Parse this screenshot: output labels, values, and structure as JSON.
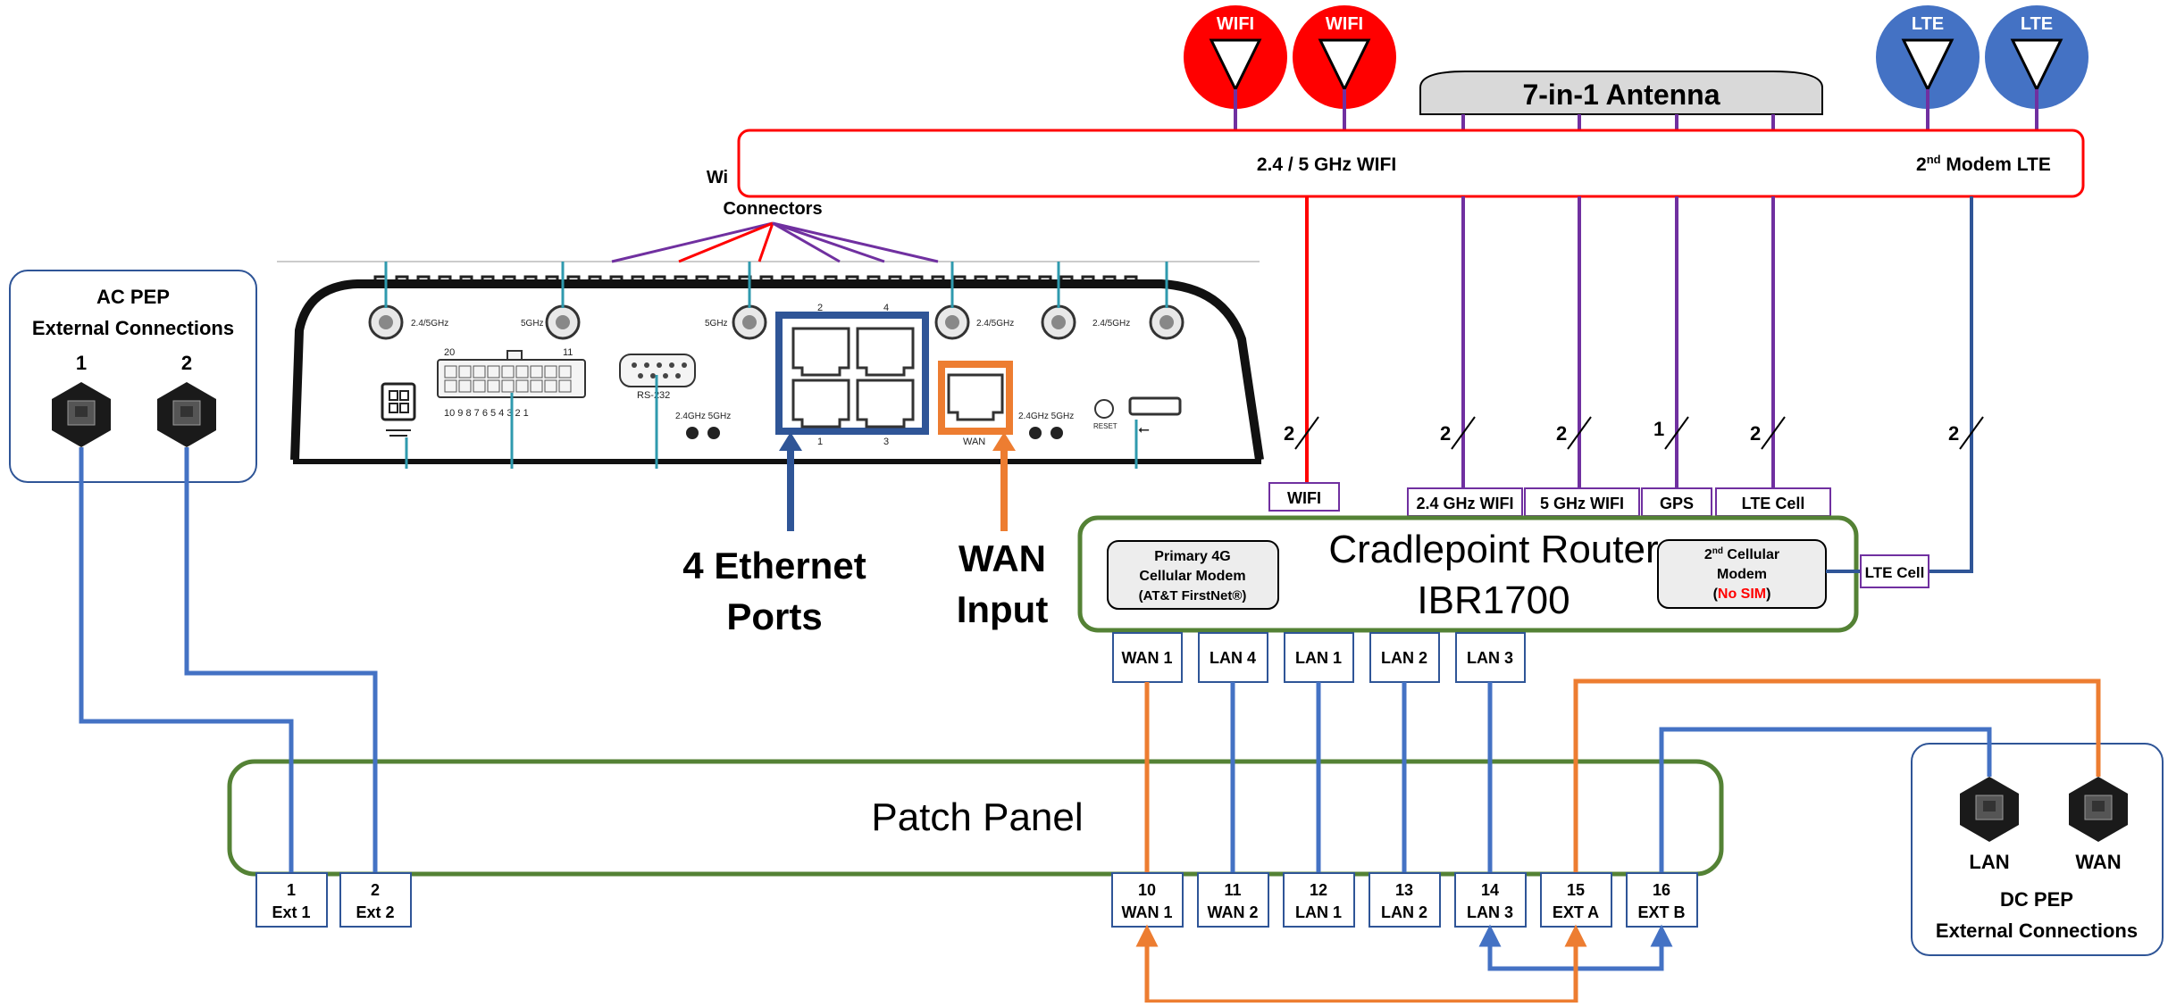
{
  "colors": {
    "blue": "#4472C4",
    "dark_blue": "#2F5597",
    "navy": "#203864",
    "orange": "#ED7D31",
    "purple": "#7030A0",
    "red": "#FF0000",
    "green": "#548235",
    "teal": "#2F9AAE",
    "gray": "#D9D9D9",
    "black": "#000000"
  },
  "antennas": {
    "wifi_left": "WIFI",
    "wifi_right": "WIFI",
    "lte_left": "LTE",
    "lte_right": "LTE",
    "seven_in_one": "7-in-1 Antenna"
  },
  "mount_bar": {
    "wifi_label": "2.4 / 5 GHz WIFI",
    "modem_label_prefix": "2",
    "modem_label_sup": "nd",
    "modem_label_suffix": " Modem LTE"
  },
  "cable_counts": [
    "2",
    "2",
    "2",
    "1",
    "2",
    "2"
  ],
  "router_ports_top": {
    "wifi": "WIFI",
    "wifi24": "2.4 GHz WIFI",
    "wifi5": "5 GHz WIFI",
    "gps": "GPS",
    "lte_cell": "LTE Cell",
    "lte_cell_right": "LTE Cell"
  },
  "router": {
    "title_line1": "Cradlepoint Router",
    "title_line2": "IBR1700",
    "primary_modem": [
      "Primary 4G",
      "Cellular Modem",
      "(AT&T FirstNet®)"
    ],
    "second_modem_prefix": "2",
    "second_modem_sup": "nd",
    "second_modem_line1_suffix": " Cellular",
    "second_modem_line2": "Modem",
    "second_modem_line3_open": "(",
    "second_modem_line3_red": "No SIM",
    "second_modem_line3_close": ")",
    "bottom_ports": [
      "WAN 1",
      "LAN 4",
      "LAN 1",
      "LAN 2",
      "LAN 3"
    ]
  },
  "device_photo": {
    "wifi_connectors_label": [
      "Wi",
      "Connectors"
    ],
    "antenna_labels": [
      "2.4/5GHz",
      "5GHz",
      "5GHz",
      "2.4/5GHz",
      "2.4/5GHz"
    ],
    "terminal_top": [
      "20",
      "11"
    ],
    "terminal_bottom": "10 9 8 7 6 5 4 3 2 1",
    "serial": "RS-232",
    "led_labels": [
      "2.4GHz  5GHz",
      "2.4GHz  5GHz"
    ],
    "eth_numbers": [
      "2",
      "4",
      "1",
      "3"
    ],
    "wan": "WAN",
    "reset": "RESET"
  },
  "callouts": {
    "ethernet": [
      "4 Ethernet",
      "Ports"
    ],
    "wan": [
      "WAN",
      "Input"
    ]
  },
  "ac_pep": {
    "title": [
      "AC PEP",
      "External Connections"
    ],
    "ports": [
      "1",
      "2"
    ]
  },
  "dc_pep": {
    "ports": [
      "LAN",
      "WAN"
    ],
    "title": [
      "DC PEP",
      "External Connections"
    ]
  },
  "patch_panel": {
    "title": "Patch Panel",
    "ports": [
      {
        "num": "1",
        "label": "Ext 1"
      },
      {
        "num": "2",
        "label": "Ext 2"
      },
      {
        "num": "10",
        "label": "WAN 1"
      },
      {
        "num": "11",
        "label": "WAN 2"
      },
      {
        "num": "12",
        "label": "LAN 1"
      },
      {
        "num": "13",
        "label": "LAN 2"
      },
      {
        "num": "14",
        "label": "LAN 3"
      },
      {
        "num": "15",
        "label": "EXT A"
      },
      {
        "num": "16",
        "label": "EXT B"
      }
    ]
  }
}
